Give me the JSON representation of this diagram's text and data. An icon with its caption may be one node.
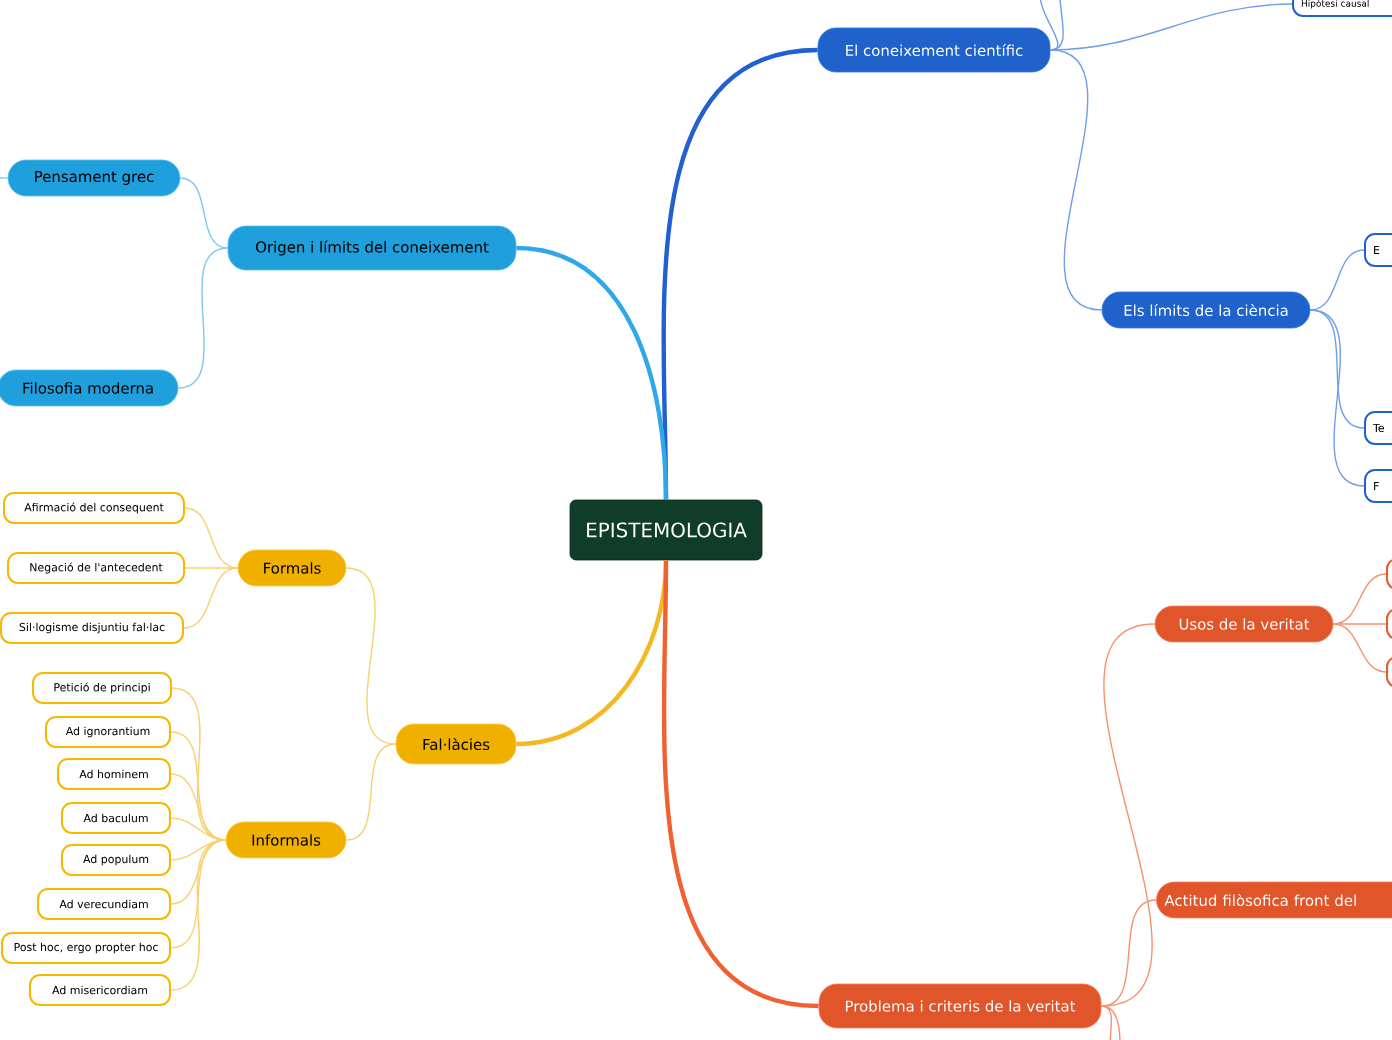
{
  "diagram": {
    "nodes": [
      {
        "text": [
          "EPISTEMOLOGIA"
        ]
      },
      {
        "text": [
          "El coneixement científic"
        ]
      },
      {
        "text": [
          "Hipòtesi causal"
        ]
      },
      {
        "text": [
          "Els límits de la ciència"
        ]
      },
      {
        "text": [
          "E"
        ]
      },
      {
        "text": [
          "Te"
        ]
      },
      {
        "text": [
          "F"
        ]
      },
      {
        "text": [
          "Origen i límits del coneixement"
        ]
      },
      {
        "text": [
          "Pensament grec"
        ]
      },
      {
        "text": [
          "Filosofia moderna"
        ]
      },
      {
        "text": [
          "Fal·làcies"
        ]
      },
      {
        "text": [
          "Formals"
        ]
      },
      {
        "text": [
          "Informals"
        ]
      },
      {
        "text": [
          "Afirmació del consequent"
        ]
      },
      {
        "text": [
          "Negació de l'antecedent"
        ]
      },
      {
        "text": [
          "Sil·logisme disjuntiu fal·lac"
        ]
      },
      {
        "text": [
          "Petició de principi"
        ]
      },
      {
        "text": [
          "Ad ignorantium"
        ]
      },
      {
        "text": [
          "Ad hominem"
        ]
      },
      {
        "text": [
          "Ad baculum"
        ]
      },
      {
        "text": [
          "Ad populum"
        ]
      },
      {
        "text": [
          "Ad verecundiam"
        ]
      },
      {
        "text": [
          "Post hoc, ergo propter hoc"
        ]
      },
      {
        "text": [
          "Ad misericordiam"
        ]
      },
      {
        "text": [
          "Usos de la veritat"
        ]
      },
      {
        "text": [],
        "shape": "box"
      },
      {
        "text": [],
        "shape": "box"
      },
      {
        "text": [],
        "shape": "box"
      },
      {
        "text": [
          "Actitud filòsofica front del"
        ]
      },
      {
        "text": [
          "Problema i criteris de la veritat"
        ]
      }
    ],
    "edges": [
      {
        "from": 0,
        "to": 1,
        "arrow": "none",
        "style": "thick",
        "color": "#2060d0"
      },
      {
        "from": 0,
        "to": 7,
        "arrow": "none",
        "style": "thick",
        "color": "#30a8e8"
      },
      {
        "from": 0,
        "to": 10,
        "arrow": "none",
        "style": "thick",
        "color": "#f5b820"
      },
      {
        "from": 0,
        "to": 29,
        "arrow": "none",
        "style": "thick",
        "color": "#f06030"
      },
      {
        "from": 1,
        "to": null,
        "arrow": "none",
        "color": "#6f9fe8"
      },
      {
        "from": 1,
        "to": null,
        "arrow": "none",
        "color": "#6f9fe8"
      },
      {
        "from": 1,
        "to": 2,
        "arrow": "none",
        "color": "#6f9fe8"
      },
      {
        "from": 1,
        "to": 3,
        "arrow": "none",
        "color": "#6f9fe8"
      },
      {
        "from": 3,
        "to": 4,
        "arrow": "none",
        "color": "#6f9fe8"
      },
      {
        "from": 3,
        "to": 5,
        "arrow": "none",
        "color": "#6f9fe8"
      },
      {
        "from": 3,
        "to": 6,
        "arrow": "none",
        "color": "#6f9fe8"
      },
      {
        "from": 7,
        "to": 8,
        "arrow": "none",
        "color": "#7fc8f0"
      },
      {
        "from": 7,
        "to": 9,
        "arrow": "none",
        "color": "#7fc8f0"
      },
      {
        "from": 8,
        "to": null,
        "arrow": "none",
        "color": "#7fc8f0"
      },
      {
        "from": 10,
        "to": 11,
        "arrow": "none",
        "color": "#f8d070"
      },
      {
        "from": 10,
        "to": 12,
        "arrow": "none",
        "color": "#f8d070"
      },
      {
        "from": 11,
        "to": 13,
        "arrow": "none",
        "color": "#f8d070"
      },
      {
        "from": 11,
        "to": 14,
        "arrow": "none",
        "color": "#f8d070"
      },
      {
        "from": 11,
        "to": 15,
        "arrow": "none",
        "color": "#f8d070"
      },
      {
        "from": 12,
        "to": 16,
        "arrow": "none",
        "color": "#f8d070"
      },
      {
        "from": 12,
        "to": 17,
        "arrow": "none",
        "color": "#f8d070"
      },
      {
        "from": 12,
        "to": 18,
        "arrow": "none",
        "color": "#f8d070"
      },
      {
        "from": 12,
        "to": 19,
        "arrow": "none",
        "color": "#f8d070"
      },
      {
        "from": 12,
        "to": 20,
        "arrow": "none",
        "color": "#f8d070"
      },
      {
        "from": 12,
        "to": 21,
        "arrow": "none",
        "color": "#f8d070"
      },
      {
        "from": 12,
        "to": 22,
        "arrow": "none",
        "color": "#f8d070"
      },
      {
        "from": 12,
        "to": 23,
        "arrow": "none",
        "color": "#f8d070"
      },
      {
        "from": 29,
        "to": 24,
        "arrow": "none",
        "color": "#f89070"
      },
      {
        "from": 29,
        "to": 28,
        "arrow": "none",
        "color": "#f89070"
      },
      {
        "from": 29,
        "to": null,
        "arrow": "none",
        "color": "#f89070"
      },
      {
        "from": 29,
        "to": null,
        "arrow": "none",
        "color": "#f89070"
      },
      {
        "from": 24,
        "to": 25,
        "arrow": "none",
        "color": "#f89070"
      },
      {
        "from": 24,
        "to": 26,
        "arrow": "none",
        "color": "#f89070"
      },
      {
        "from": 24,
        "to": 27,
        "arrow": "none",
        "color": "#f89070"
      }
    ]
  }
}
